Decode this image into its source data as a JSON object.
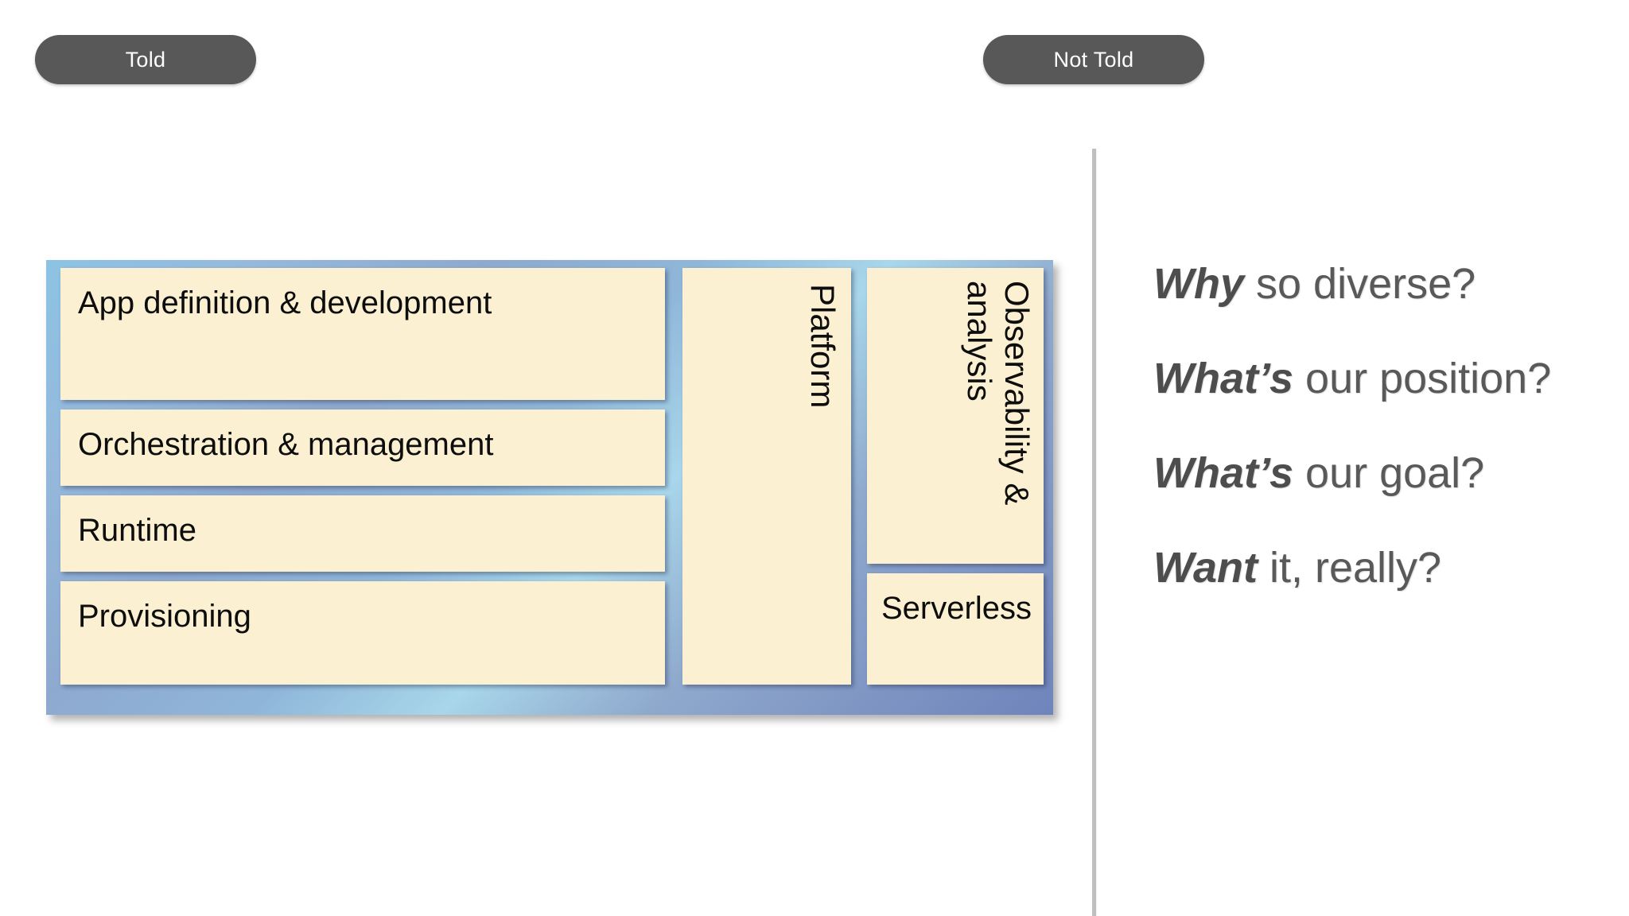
{
  "slide": {
    "background_color": "#ffffff"
  },
  "pills": [
    {
      "id": "told",
      "label": "Told"
    },
    {
      "id": "not-told",
      "label": "Not Told"
    }
  ],
  "divider": {
    "color": "#bfbfbf"
  },
  "landscape": {
    "frame_color": "#8cc3e3",
    "box_fill": "#fbf0d1",
    "boxes": [
      {
        "id": "app-definition-development",
        "label": "App definition & development",
        "orientation": "horizontal"
      },
      {
        "id": "orchestration-management",
        "label": "Orchestration & management",
        "orientation": "horizontal"
      },
      {
        "id": "runtime",
        "label": "Runtime",
        "orientation": "horizontal"
      },
      {
        "id": "provisioning",
        "label": "Provisioning",
        "orientation": "horizontal"
      },
      {
        "id": "platform",
        "label": "Platform",
        "orientation": "vertical"
      },
      {
        "id": "observability-analysis",
        "label": "Observability & analysis",
        "orientation": "vertical"
      },
      {
        "id": "serverless",
        "label": "Serverless",
        "orientation": "horizontal"
      }
    ]
  },
  "questions": {
    "text_color": "#595959",
    "items": [
      {
        "lead": "Why",
        "rest": " so diverse?"
      },
      {
        "lead": "What’s",
        "rest": " our position?"
      },
      {
        "lead": "What’s",
        "rest": " our goal?"
      },
      {
        "lead": "Want",
        "rest": " it, really?"
      }
    ]
  }
}
